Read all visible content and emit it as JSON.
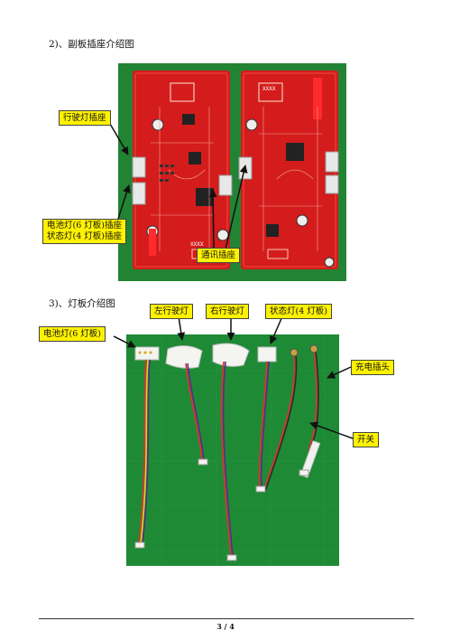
{
  "section2": {
    "heading": "2)、副板插座介绍图",
    "callouts": {
      "light_socket": "行驶灯插座",
      "battery_socket_line1": "电池灯(6 灯板)插座",
      "battery_socket_line2": "状态灯(4 灯板)插座",
      "comm_socket": "通讯插座"
    },
    "board_marks": [
      "XXXX",
      "XXXX"
    ]
  },
  "section3": {
    "heading": "3)、灯板介绍图",
    "callouts": {
      "battery_light": "电池灯(6 灯板)",
      "left_light": "左行驶灯",
      "right_light": "右行驶灯",
      "status_light": "状态灯(4 灯板)",
      "charge_plug": "充电插头",
      "switch": "开关"
    }
  },
  "footer": {
    "page": "3 / 4"
  },
  "colors": {
    "callout_bg": "#fff200",
    "pcb_red": "#d41c1c",
    "bench_green": "#1e8a35"
  }
}
